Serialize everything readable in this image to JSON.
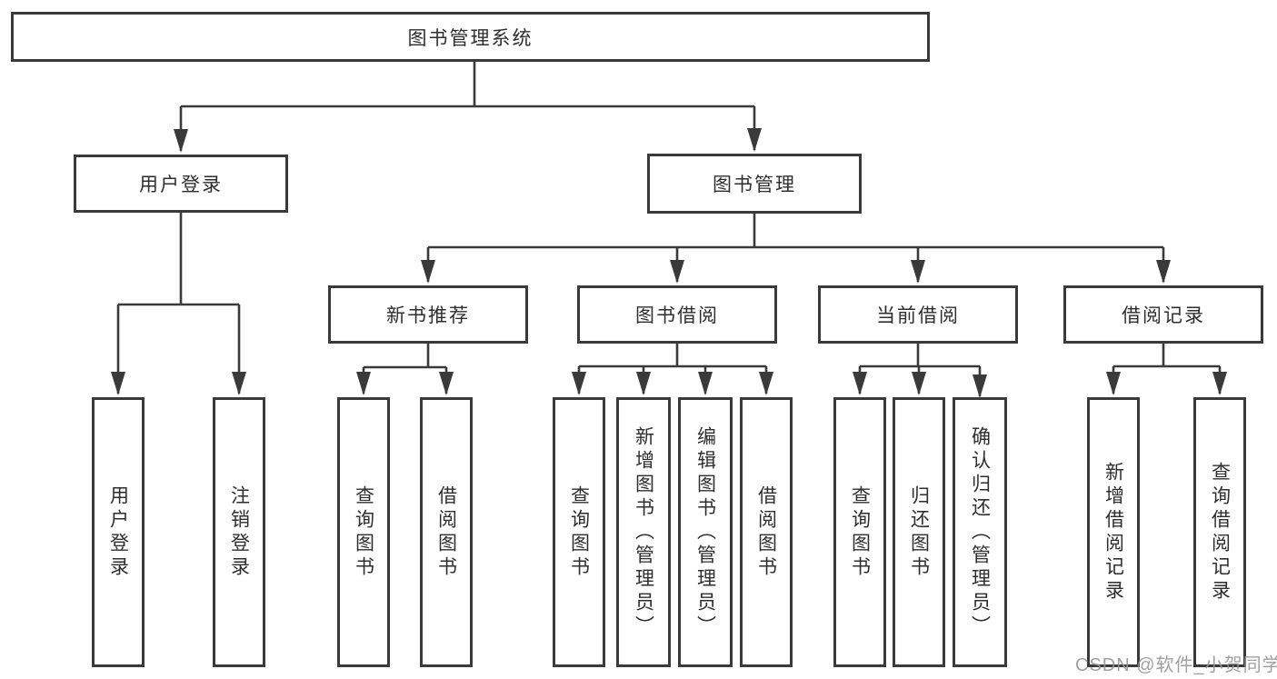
{
  "diagram": {
    "tree": {
      "label": "图书管理系统",
      "children": [
        {
          "label": "用户登录",
          "children": [
            {
              "label": "用户登录"
            },
            {
              "label": "注销登录"
            }
          ]
        },
        {
          "label": "图书管理",
          "children": [
            {
              "label": "新书推荐",
              "children": [
                {
                  "label": "查询图书"
                },
                {
                  "label": "借阅图书"
                }
              ]
            },
            {
              "label": "图书借阅",
              "children": [
                {
                  "label": "查询图书"
                },
                {
                  "label": "新增图书（管理员）"
                },
                {
                  "label": "编辑图书（管理员）"
                },
                {
                  "label": "借阅图书"
                }
              ]
            },
            {
              "label": "当前借阅",
              "children": [
                {
                  "label": "查询图书"
                },
                {
                  "label": "归还图书"
                },
                {
                  "label": "确认归还（管理员）"
                }
              ]
            },
            {
              "label": "借阅记录",
              "children": [
                {
                  "label": "新增借阅记录"
                },
                {
                  "label": "查询借阅记录"
                }
              ]
            }
          ]
        }
      ]
    },
    "colors": {
      "line": "#3a3a3a",
      "text": "#2e2e2e",
      "box_background": "#ffffff",
      "watermark": "#969696"
    },
    "watermark": {
      "text": "CSDN @软件_小贺同学"
    }
  }
}
